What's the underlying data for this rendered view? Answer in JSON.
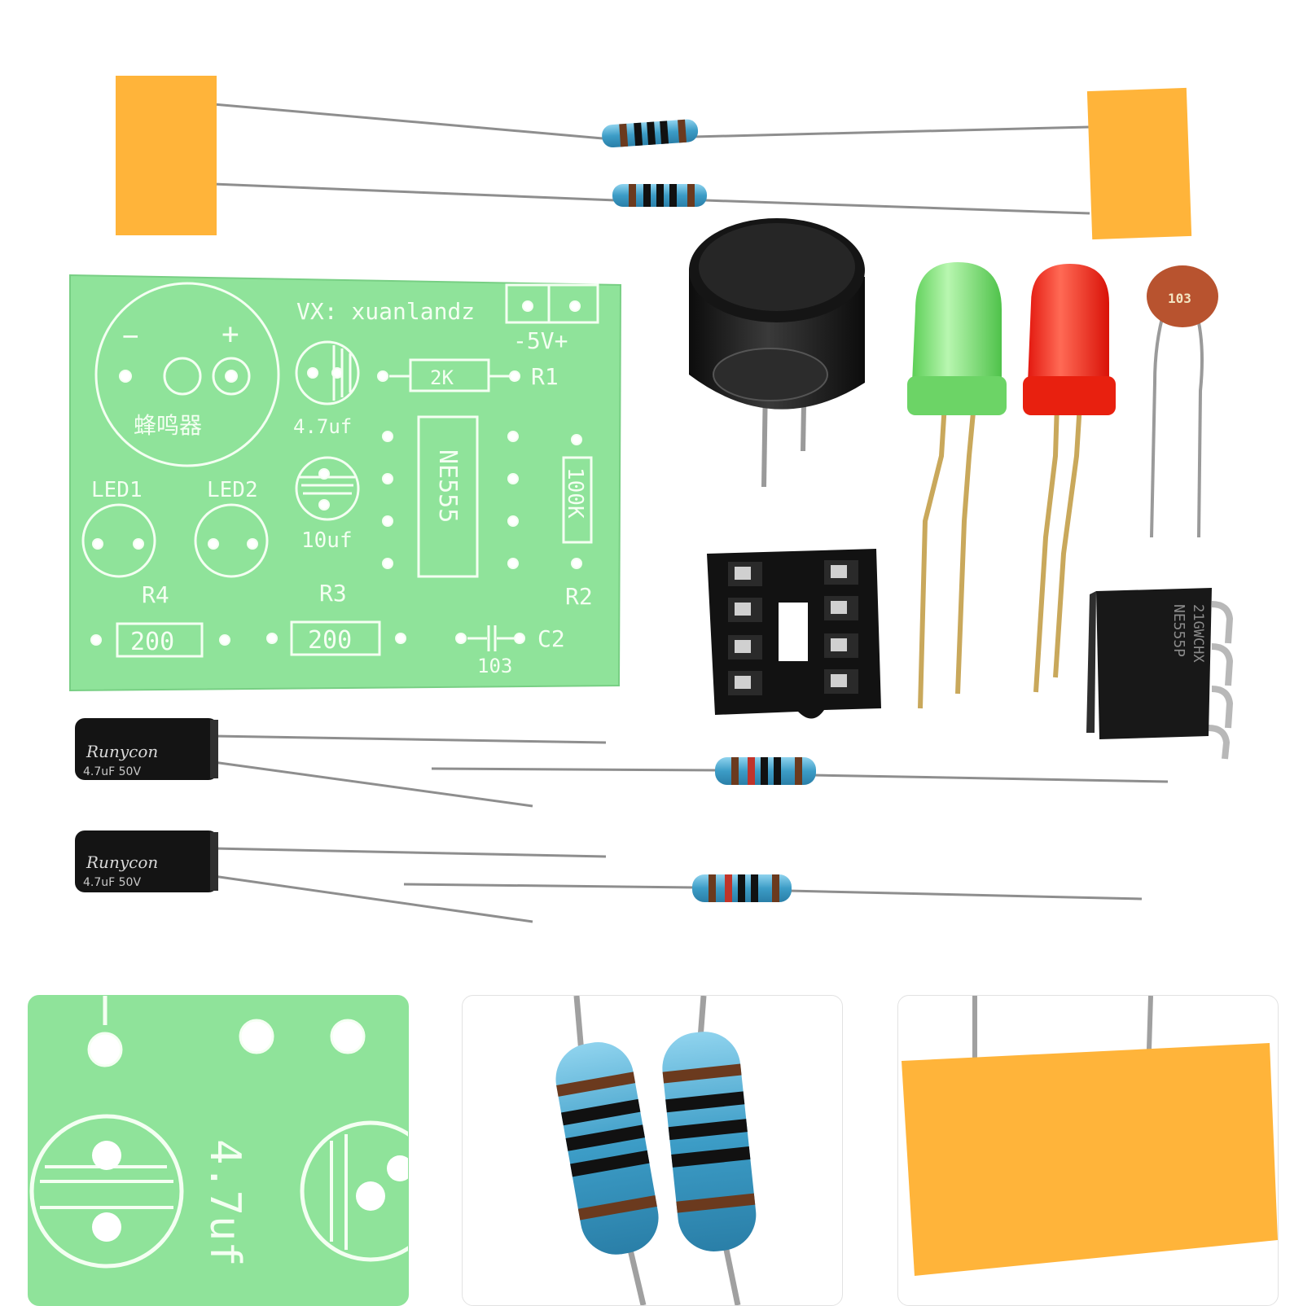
{
  "pcb": {
    "label_vx": "VX: xuanlandz",
    "label_power": "-5V+",
    "label_minus": "−",
    "label_plus": "+",
    "label_buzzer": "蜂鸣器",
    "label_cap1": "4.7uf",
    "label_cap2": "10uf",
    "label_r1_value": "2K",
    "label_r1": "R1",
    "label_ic": "NE555",
    "label_r2_value": "100K",
    "label_r2": "R2",
    "label_led1": "LED1",
    "label_led2": "LED2",
    "label_r4": "R4",
    "label_r4_value": "200",
    "label_r3": "R3",
    "label_r3_value": "200",
    "label_c2": "C2",
    "label_c2_value": "103"
  },
  "components": {
    "ceramic_cap_label": "103",
    "ic_label": "NE555P",
    "ic_code": "21GWCHX",
    "electrolytic_brand": "Runycon",
    "electrolytic_rating": "4.7uF  50V"
  },
  "detail_panels": {
    "pcb_closeup_label": "4.7uf"
  },
  "colors": {
    "pcb_green": "#8fe39a",
    "tape_orange": "#ffb43a",
    "resistor_blue": "#4aa8d0",
    "led_green": "#71d96a",
    "led_red": "#f0251a"
  }
}
